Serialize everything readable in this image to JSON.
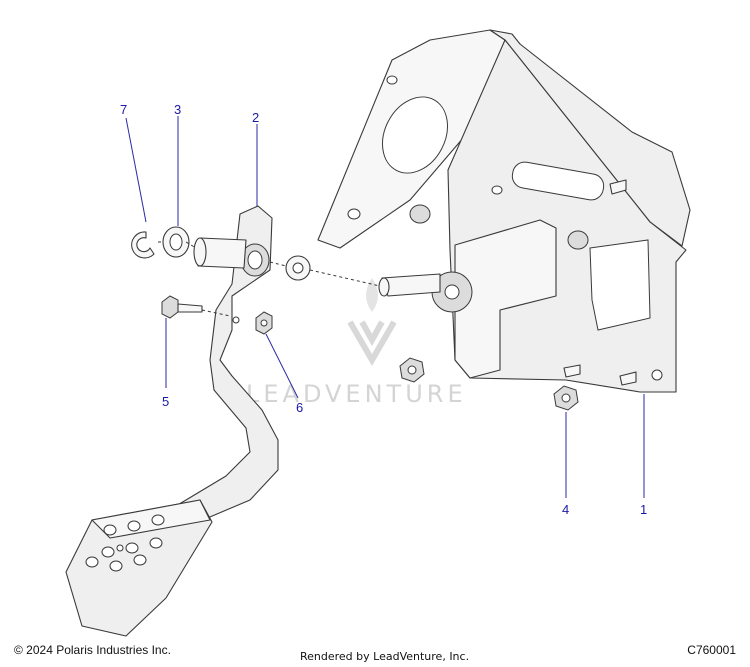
{
  "watermark": {
    "brand_text": "LEADVENTURE"
  },
  "callouts": [
    {
      "label": "1"
    },
    {
      "label": "2"
    },
    {
      "label": "3"
    },
    {
      "label": "4"
    },
    {
      "label": "5"
    },
    {
      "label": "6"
    },
    {
      "label": "7"
    }
  ],
  "footer": {
    "copyright": "© 2024 Polaris Industries Inc.",
    "rendered_by": "Rendered by LeadVenture, Inc.",
    "diagram_code": "C760001"
  }
}
